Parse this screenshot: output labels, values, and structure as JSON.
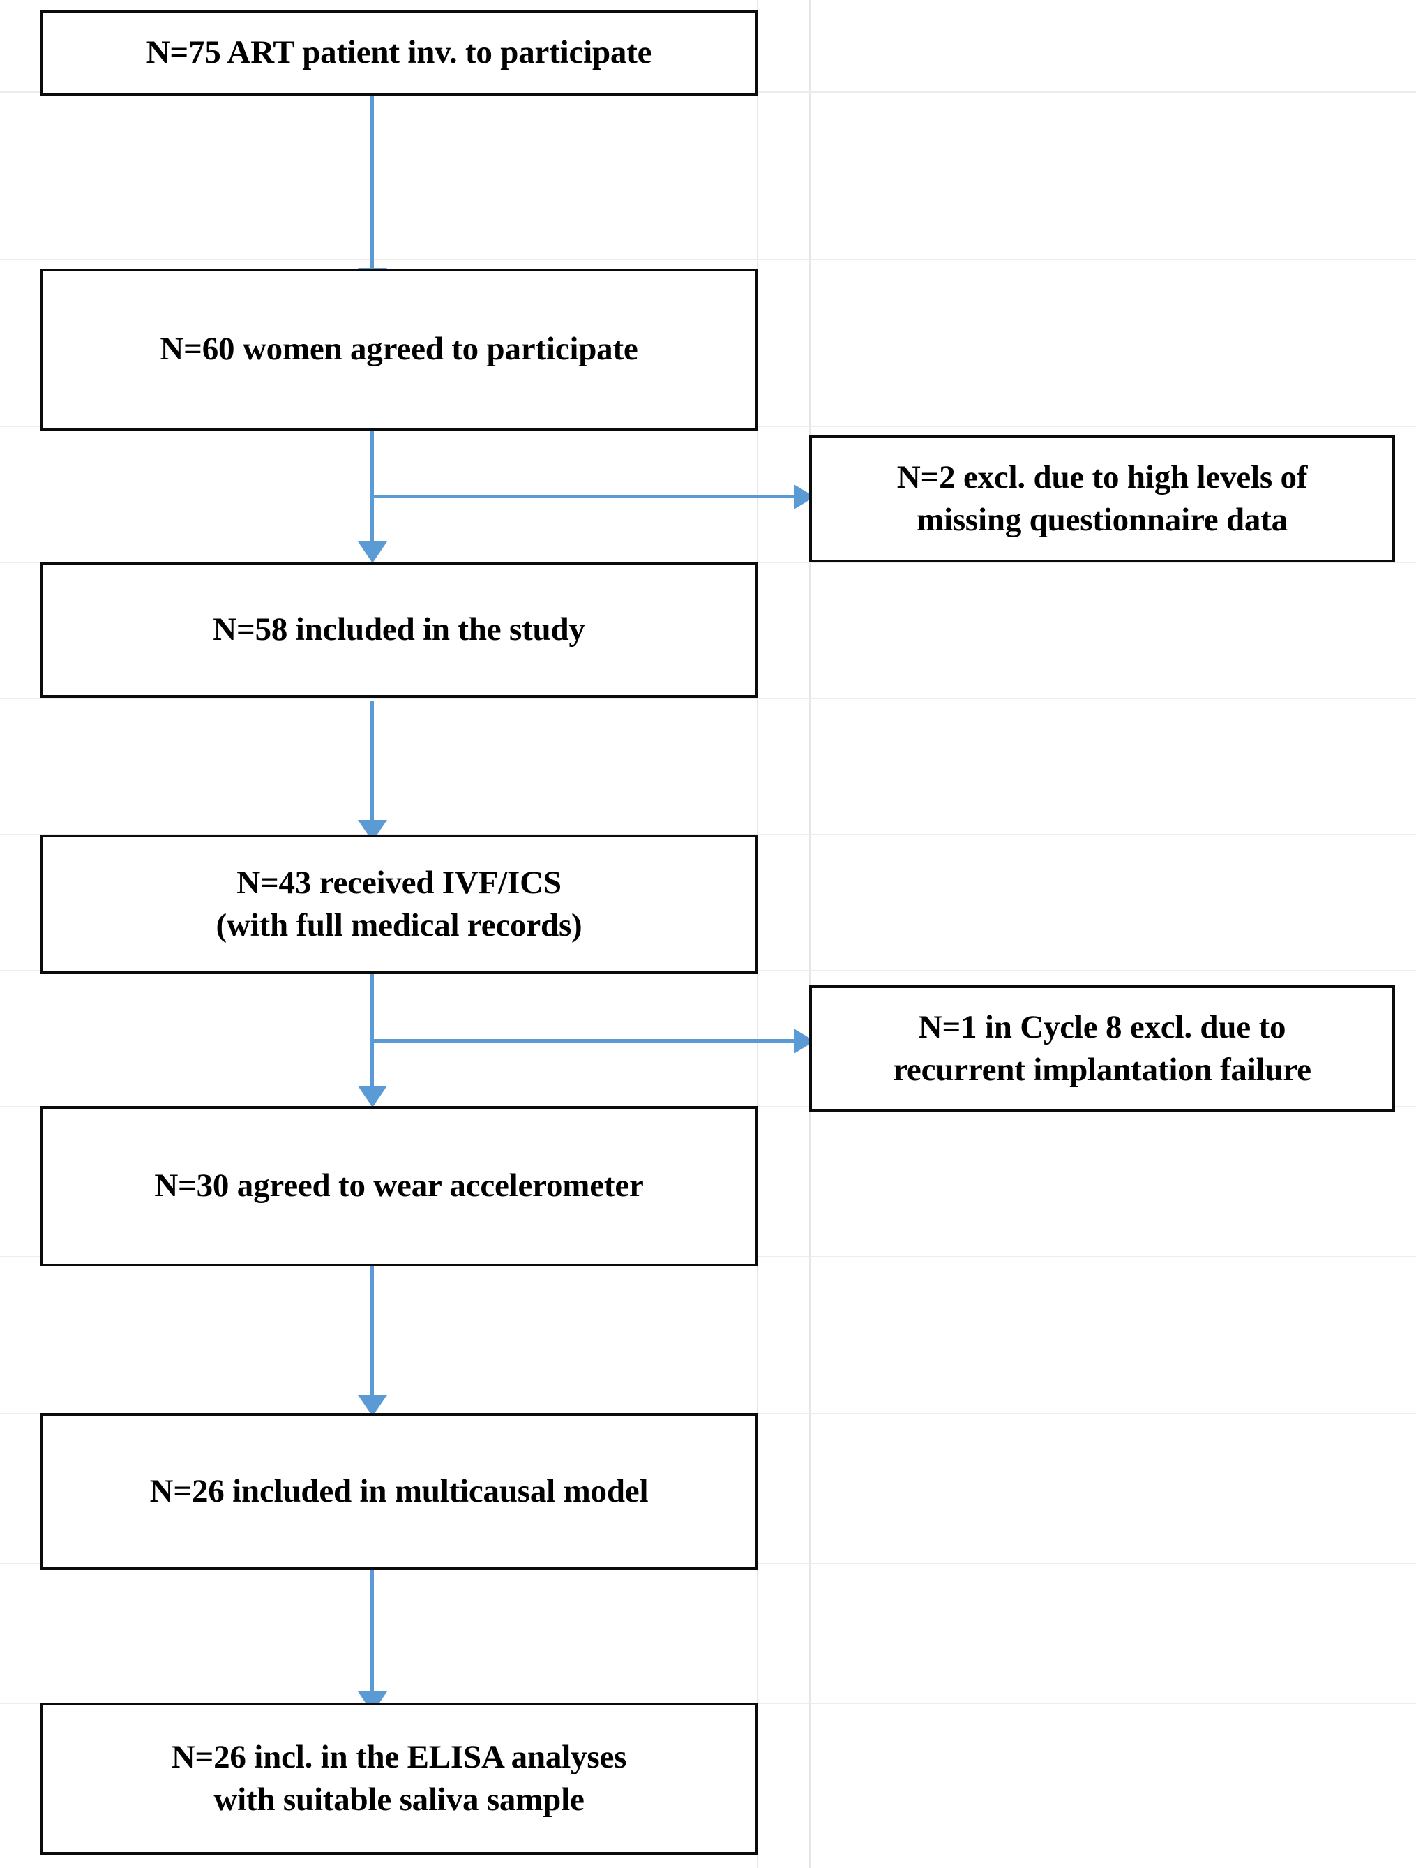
{
  "figure": {
    "type": "flowchart",
    "title": "ART study participant flow diagram",
    "accent_color": "#5b9bd5",
    "box_border_color": "#000000",
    "gridline_color": "#e6e6e6",
    "background": "#ffffff"
  },
  "flow": {
    "main_nodes": [
      {
        "id": "n1",
        "line1": "N=75 ART patient inv. to participate",
        "line2": "",
        "n": 75
      },
      {
        "id": "n2",
        "line1": "N=60 women agreed to participate",
        "line2": "",
        "n": 60
      },
      {
        "id": "n3",
        "line1": "N=58 included in the study",
        "line2": "",
        "n": 58
      },
      {
        "id": "n4",
        "line1": "N=43 received IVF/ICS",
        "line2": "(with full medical records)",
        "n": 43
      },
      {
        "id": "n5",
        "line1": "N=30 agreed to wear accelerometer",
        "line2": "",
        "n": 30
      },
      {
        "id": "n6",
        "line1": "N=26 included in multicausal model",
        "line2": "",
        "n": 26
      },
      {
        "id": "n7",
        "line1": "N=26 incl. in the ELISA analyses",
        "line2": "with suitable saliva sample",
        "n": 26
      }
    ],
    "exclusion_nodes": [
      {
        "id": "x1",
        "line1": "N=2 excl. due to high levels of",
        "line2": "missing questionnaire data",
        "n": 2,
        "from": "n2"
      },
      {
        "id": "x2",
        "line1": "N=1 in Cycle 8 excl. due to",
        "line2": "recurrent implantation failure",
        "n": 1,
        "from": "n4"
      }
    ],
    "connectors": [
      {
        "id": "c1",
        "from": "n1",
        "to": "n2",
        "kind": "down-arrow"
      },
      {
        "id": "c2",
        "from": "n2",
        "to": "n3",
        "kind": "down-arrow-with-branch"
      },
      {
        "id": "c2b",
        "from": "n2",
        "to": "x1",
        "kind": "right-arrow"
      },
      {
        "id": "c3",
        "from": "n3",
        "to": "n4",
        "kind": "down-arrow"
      },
      {
        "id": "c4",
        "from": "n4",
        "to": "n5",
        "kind": "down-arrow-with-branch"
      },
      {
        "id": "c4b",
        "from": "n4",
        "to": "x2",
        "kind": "right-arrow"
      },
      {
        "id": "c5",
        "from": "n5",
        "to": "n6",
        "kind": "down-arrow"
      },
      {
        "id": "c6",
        "from": "n6",
        "to": "n7",
        "kind": "down-arrow"
      }
    ]
  }
}
